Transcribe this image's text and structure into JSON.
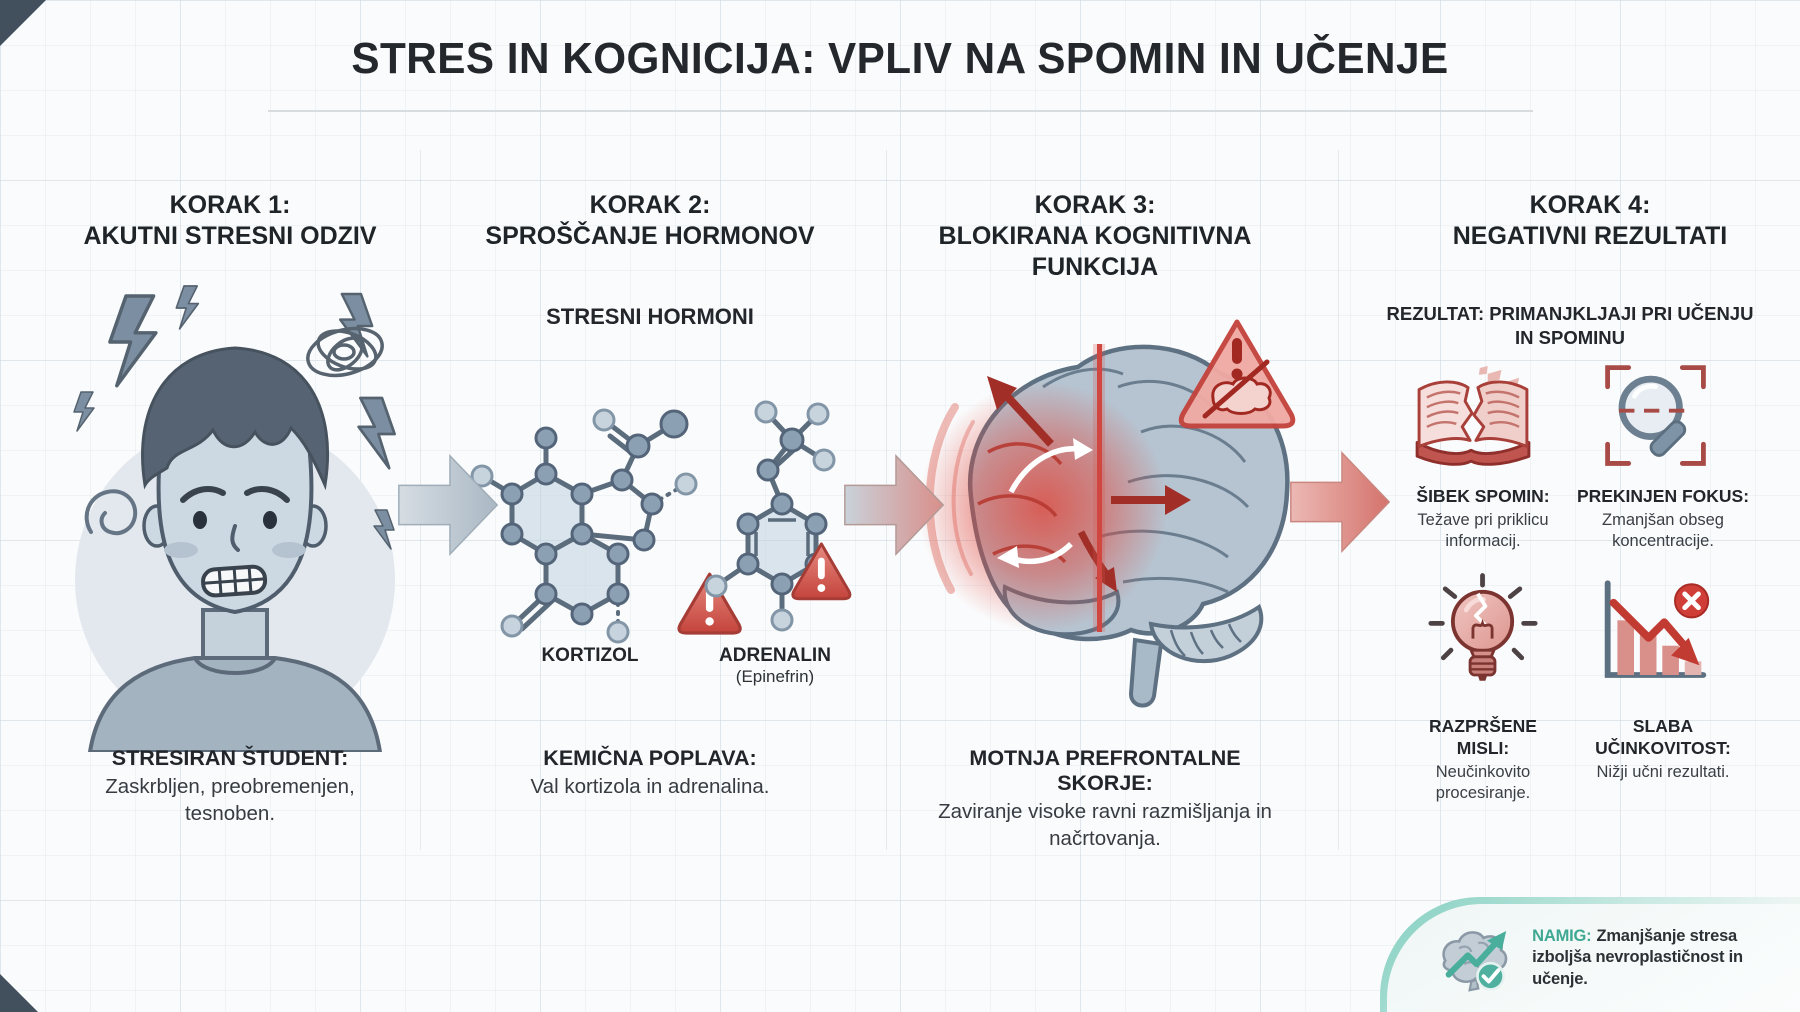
{
  "title": "STRES IN KOGNICIJA: VPLIV NA SPOMIN IN UČENJE",
  "steps": [
    {
      "kicker": "KORAK 1:",
      "heading": "AKUTNI STRESNI ODZIV",
      "illustration": "stressed-student",
      "caption_title": "STRESIRAN ŠTUDENT:",
      "caption_body": "Zaskrbljen, preobremenjen, tesnoben."
    },
    {
      "kicker": "KORAK 2:",
      "heading": "SPROŠČANJE HORMONOV",
      "subtitle": "STRESNI HORMONI",
      "illustration": "hormone-molecules",
      "molecules": [
        {
          "label": "KORTIZOL",
          "sublabel": ""
        },
        {
          "label": "ADRENALIN",
          "sublabel": "(Epinefrin)"
        }
      ],
      "caption_title": "KEMIČNA POPLAVA:",
      "caption_body": "Val kortizola in adrenalina."
    },
    {
      "kicker": "KORAK 3:",
      "heading": "BLOKIRANA KOGNITIVNA FUNKCIJA",
      "illustration": "blocked-brain",
      "caption_title": "MOTNJA PREFRONTALNE SKORJE:",
      "caption_body": "Zaviranje visoke ravni razmišljanja in načrtovanja."
    },
    {
      "kicker": "KORAK 4:",
      "heading": "NEGATIVNI REZULTATI",
      "subtitle": "REZULTAT: PRIMANJKLJAJI PRI UČENJU IN SPOMINU",
      "outcomes": [
        {
          "icon": "torn-book-icon",
          "title": "ŠIBEK SPOMIN:",
          "body": "Težave pri priklicu informacij."
        },
        {
          "icon": "focus-magnifier-icon",
          "title": "PREKINJEN FOKUS:",
          "body": "Zmanjšan obseg koncentracije."
        },
        {
          "icon": "cracked-bulb-icon",
          "title": "RAZPRŠENE MISLI:",
          "body": "Neučinkovito procesiranje."
        },
        {
          "icon": "declining-chart-icon",
          "title": "SLABA UČINKOVITOST:",
          "body": "Nižji učni rezultati."
        }
      ]
    }
  ],
  "tip": {
    "label": "NAMIG:",
    "text": "Zmanjšanje stresa izboljša nevroplastičnost in učenje."
  },
  "colors": {
    "warning_red": "#c4433d",
    "highlight_red": "#d4524a",
    "molecule_gray": "#8ba1b3",
    "tip_teal": "#3fa892",
    "text_dark": "#22262b"
  }
}
